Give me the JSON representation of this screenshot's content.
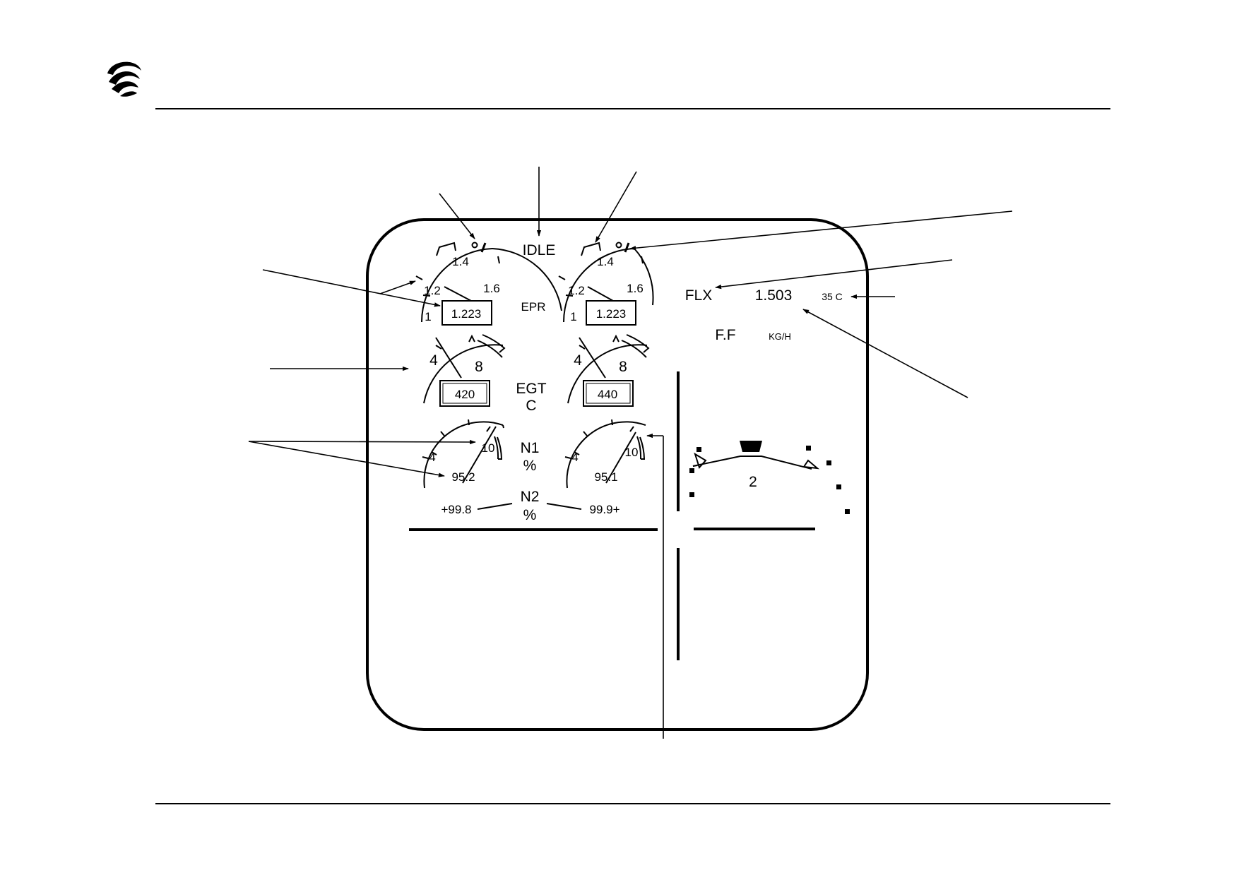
{
  "ecam": {
    "thrust_mode": "IDLE",
    "epr": {
      "label": "EPR",
      "scale_labels": [
        "1",
        "1.2",
        "1.4",
        "1.6"
      ],
      "engine1": {
        "readout": "1.223",
        "value": 1.223
      },
      "engine2": {
        "readout": "1.223",
        "value": 1.223
      }
    },
    "egt": {
      "label_line1": "EGT",
      "label_line2": "C",
      "scale_labels": [
        "4",
        "8"
      ],
      "engine1": {
        "readout": "420"
      },
      "engine2": {
        "readout": "440"
      }
    },
    "n1": {
      "label_line1": "N1",
      "label_line2": "%",
      "scale_labels": [
        "4",
        "10"
      ],
      "engine1": {
        "readout": "95.2"
      },
      "engine2": {
        "readout": "95.1"
      }
    },
    "n2": {
      "label_line1": "N2",
      "label_line2": "%",
      "engine1": {
        "readout": "+99.8"
      },
      "engine2": {
        "readout": "99.9+"
      }
    },
    "thrust_limit": {
      "mode": "FLX",
      "value": "1.503",
      "flex_temp": "35 C"
    },
    "fuel_flow": {
      "label": "F.F",
      "unit": "KG/H"
    },
    "flap_indication": {
      "position": "2"
    }
  },
  "colors": {
    "ink": "#000000",
    "background": "#ffffff"
  },
  "icons": {
    "logo": "swirl-logo-icon"
  }
}
